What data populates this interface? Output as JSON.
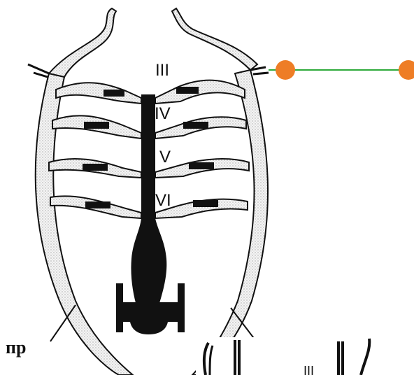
{
  "diagram": {
    "arch_labels": [
      "III",
      "IV",
      "V",
      "VI"
    ],
    "side_label": "пр",
    "inset_label": "III",
    "pointer": {
      "line_color": "#2eaa3a",
      "dot_color": "#ee7d26"
    }
  }
}
